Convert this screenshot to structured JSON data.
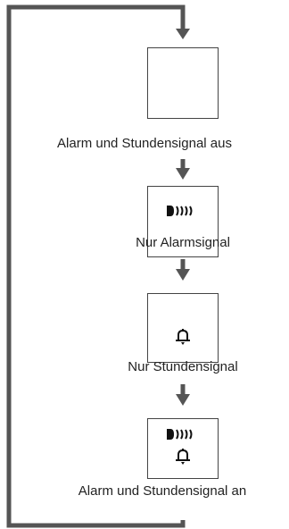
{
  "diagram": {
    "states": [
      {
        "label": "Alarm und Stundensignal aus",
        "icons": []
      },
      {
        "label": "Nur Alarmsignal",
        "icons": [
          "alarm-signal-icon"
        ]
      },
      {
        "label": "Nur Stundensignal",
        "icons": [
          "hourly-chime-bell-icon"
        ]
      },
      {
        "label": "Alarm und Stundensignal an",
        "icons": [
          "alarm-signal-icon",
          "hourly-chime-bell-icon"
        ]
      }
    ],
    "colors": {
      "line": "#555555",
      "box_border": "#444444",
      "text": "#222222"
    }
  }
}
